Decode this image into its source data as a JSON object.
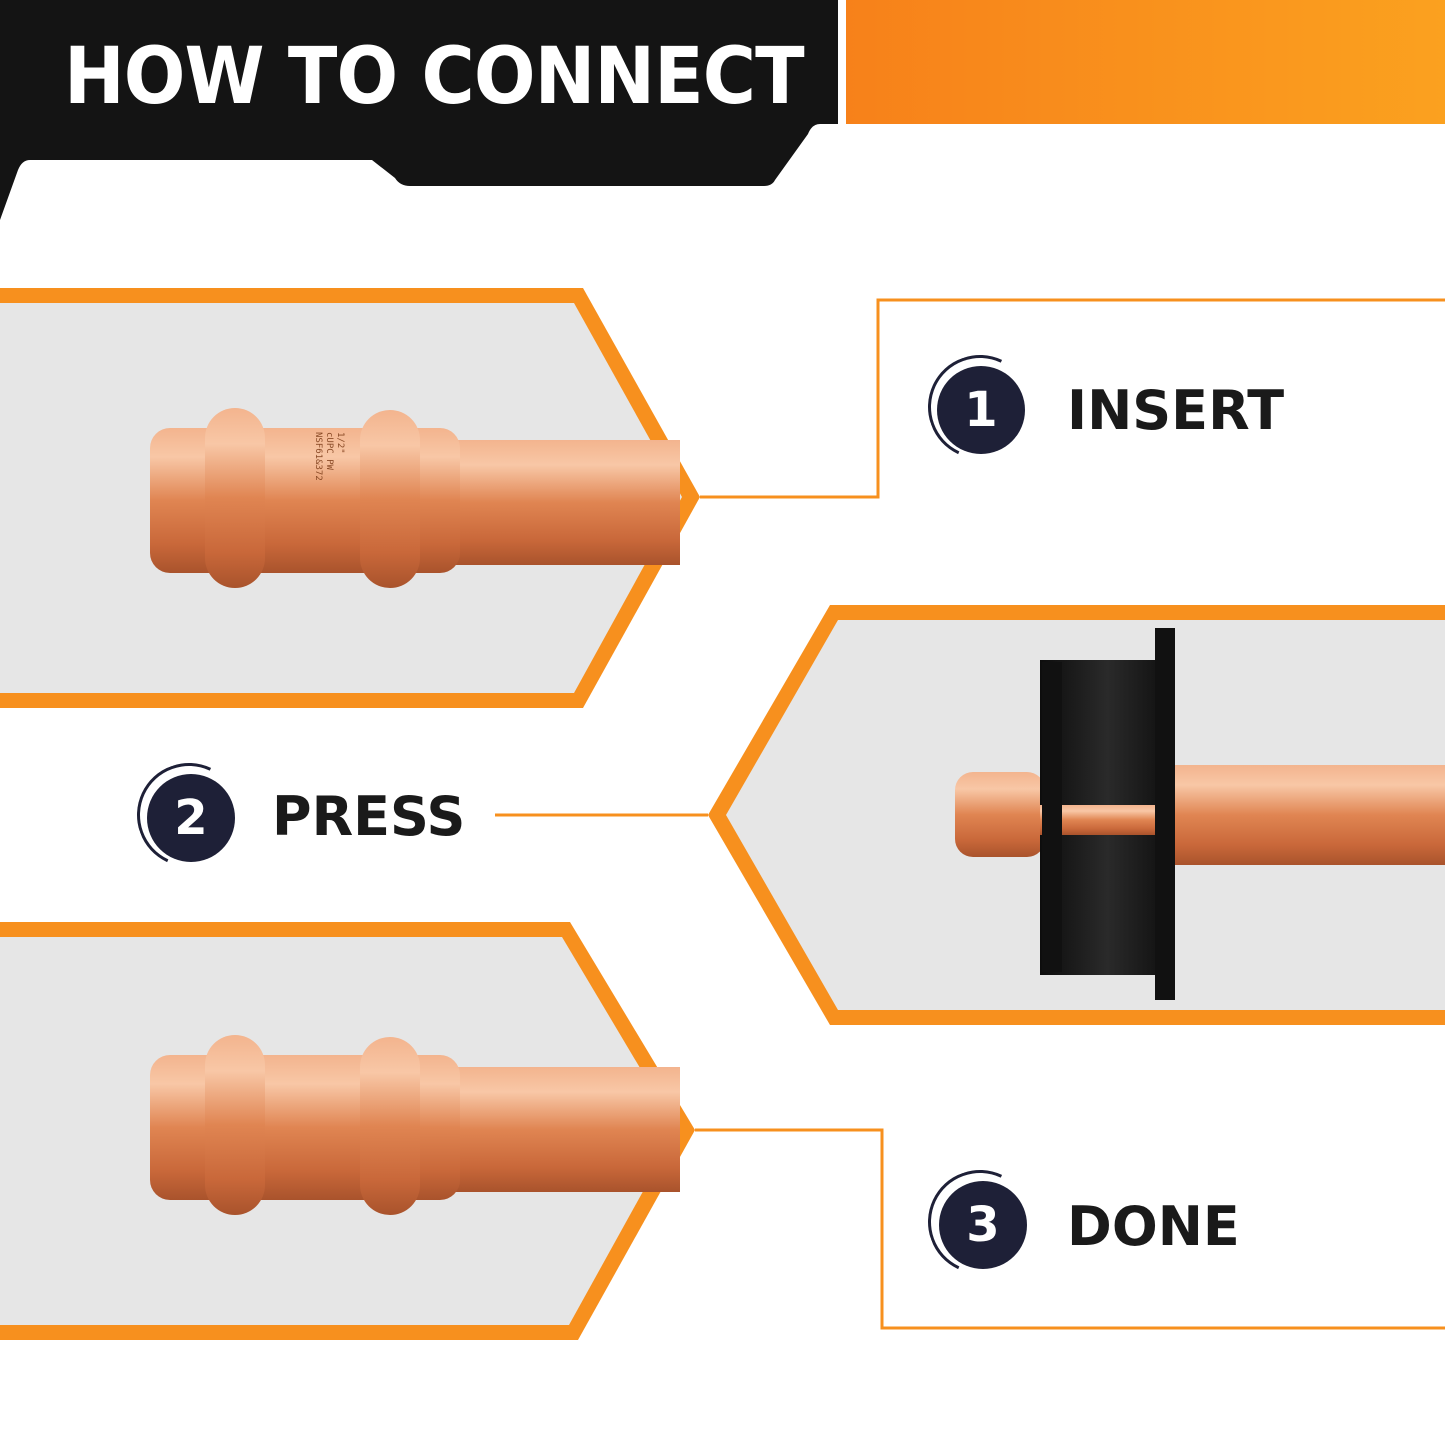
{
  "header": {
    "title": "HOW TO CONNECT"
  },
  "steps": [
    {
      "number": "1",
      "label": "INSERT"
    },
    {
      "number": "2",
      "label": "PRESS"
    },
    {
      "number": "3",
      "label": "DONE"
    }
  ],
  "product_marking": {
    "line1": "1/2\"",
    "line2": "cUPC PW",
    "line3": "NSF61&372"
  },
  "colors": {
    "accent": "#f7901e",
    "dark": "#141414",
    "step_circle": "#1e2037",
    "panel_bg": "#e6e6e6",
    "copper": "#e0845a"
  }
}
